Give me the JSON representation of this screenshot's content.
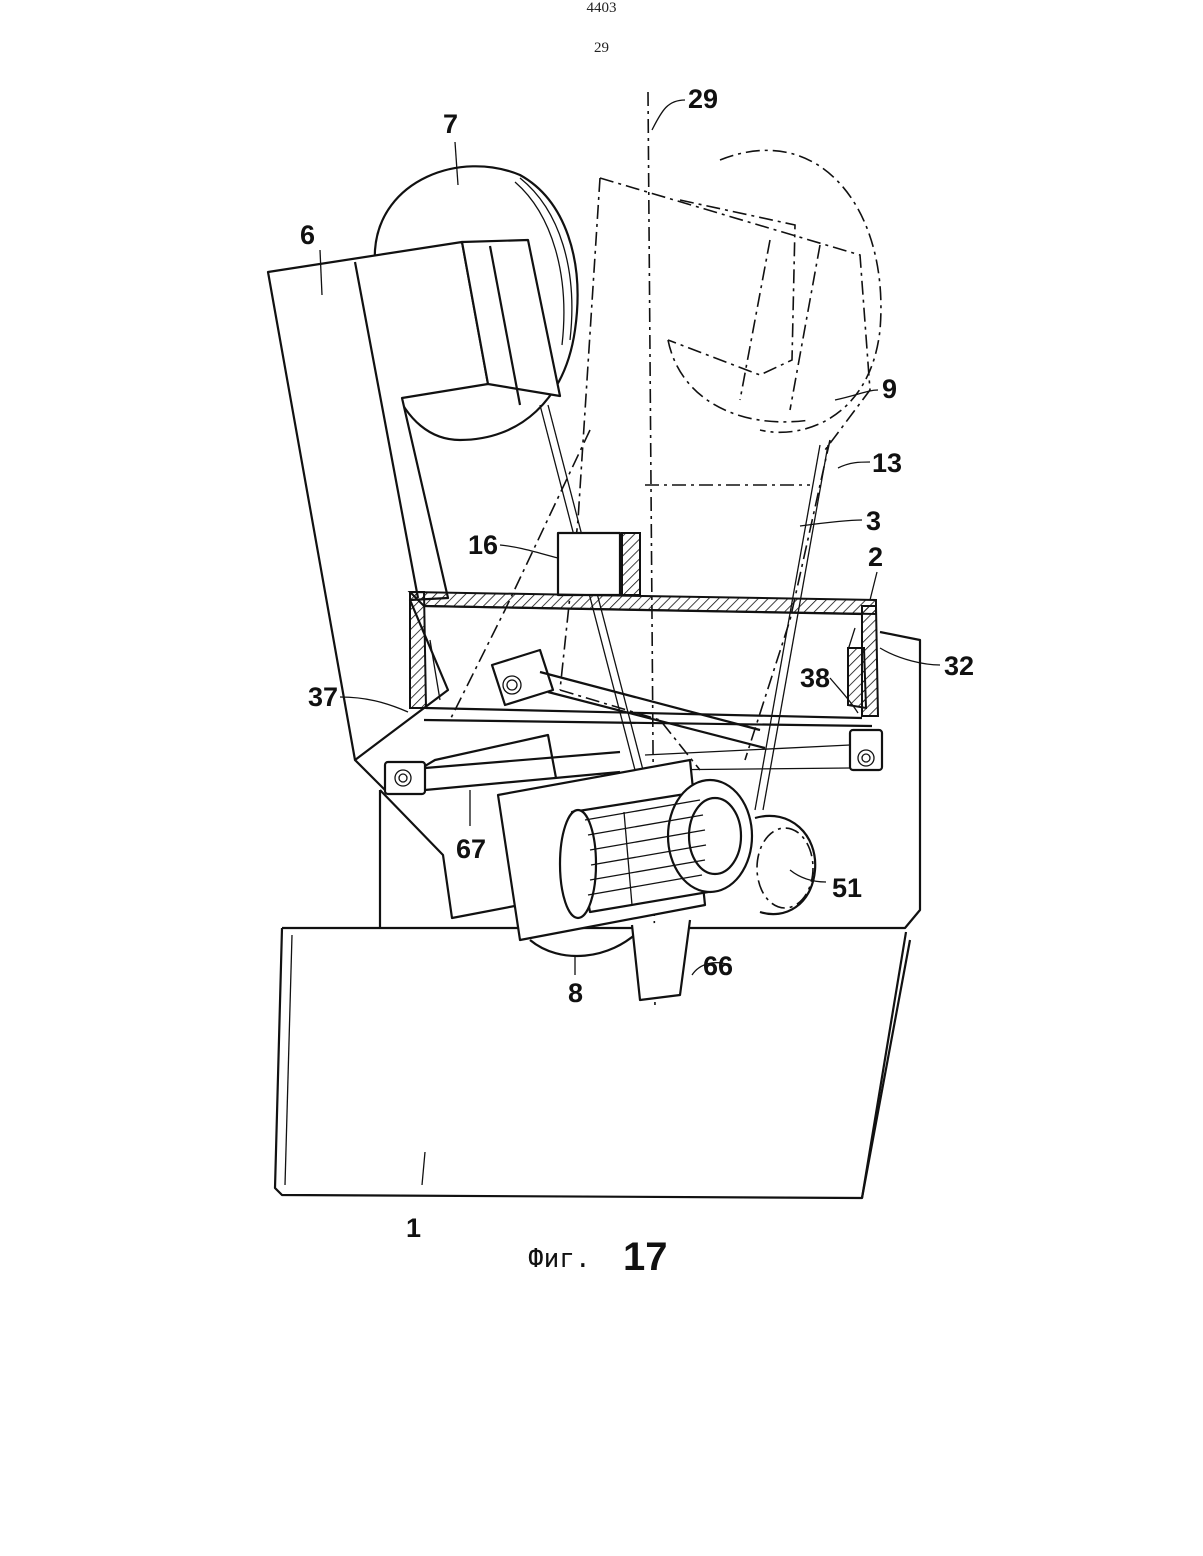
{
  "header": {
    "page_number": "4403",
    "column_number": "29"
  },
  "figure": {
    "caption_prefix": "Фиг.",
    "caption_number": "17",
    "labels": {
      "l1": "1",
      "l2": "2",
      "l3": "3",
      "l6": "6",
      "l7": "7",
      "l8": "8",
      "l9": "9",
      "l13": "13",
      "l16": "16",
      "l29": "29",
      "l32": "32",
      "l37": "37",
      "l38": "38",
      "l51": "51",
      "l66": "66",
      "l67": "67"
    }
  }
}
